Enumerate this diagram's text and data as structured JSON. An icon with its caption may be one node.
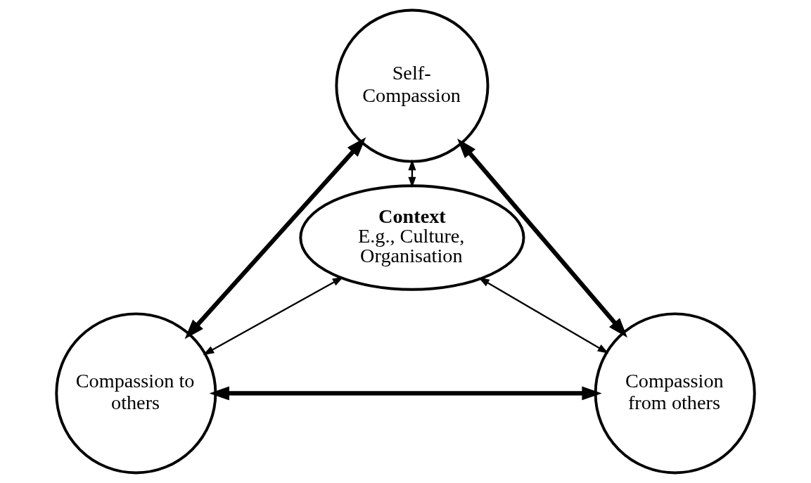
{
  "diagram": {
    "nodes": [
      {
        "text": [
          "Self- Compassion"
        ]
      },
      {
        "text": [
          "Context",
          "E.g., Culture, Organisation"
        ]
      },
      {
        "text": [
          "Compassion to others"
        ]
      },
      {
        "text": [
          "Compassion from others"
        ]
      }
    ],
    "edges": [
      {
        "from": 0,
        "to": 2,
        "arrow": "both",
        "style": "thick"
      },
      {
        "from": 0,
        "to": 3,
        "arrow": "both",
        "style": "thick"
      },
      {
        "from": 0,
        "to": 1,
        "arrow": "both"
      },
      {
        "from": 1,
        "to": 2,
        "arrow": "both"
      },
      {
        "from": 1,
        "to": 3,
        "arrow": "both"
      },
      {
        "from": 2,
        "to": 3,
        "arrow": "both",
        "style": "thick"
      }
    ]
  }
}
